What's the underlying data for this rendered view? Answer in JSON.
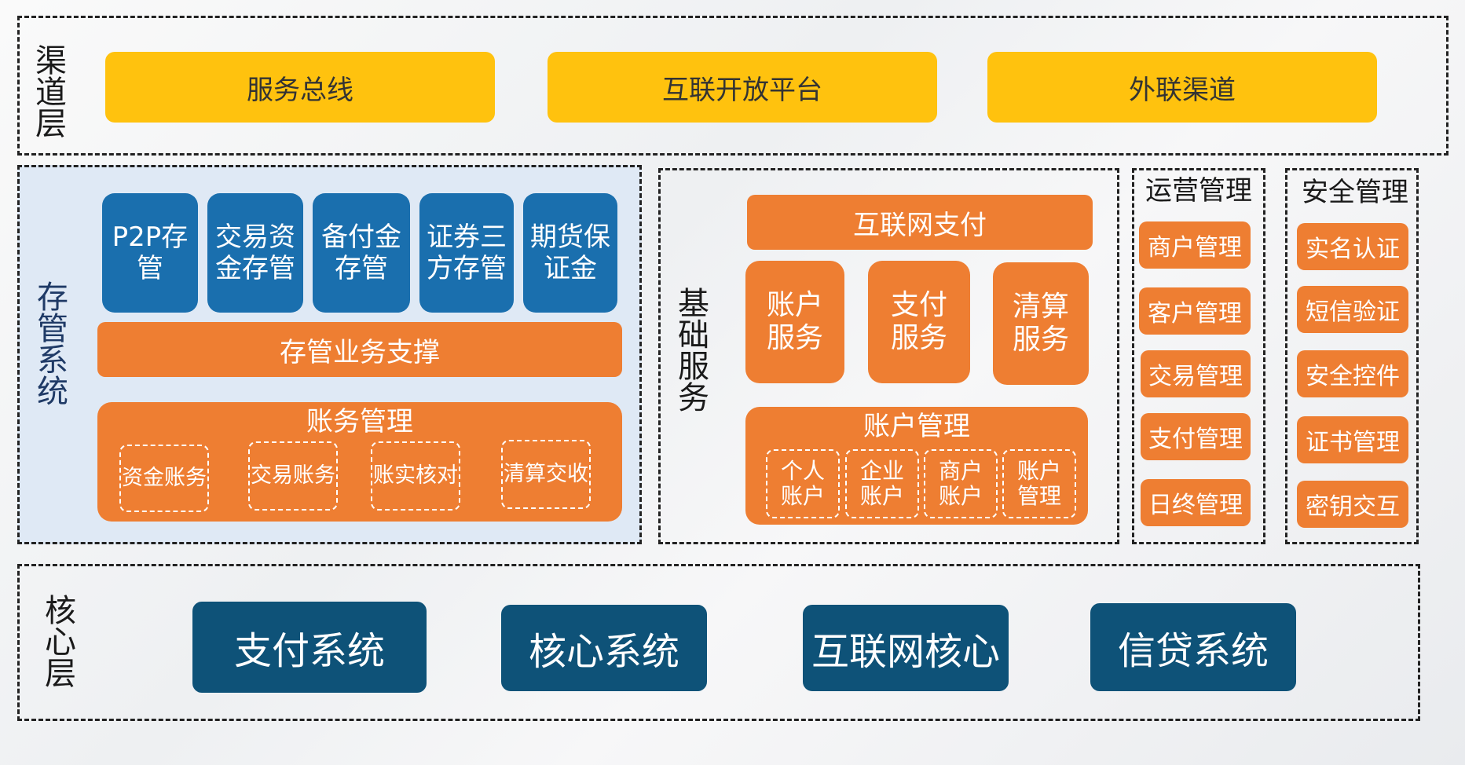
{
  "channel_layer": {
    "label": "渠道层",
    "items": [
      "服务总线",
      "互联开放平台",
      "外联渠道"
    ]
  },
  "custody_system": {
    "label": "存管系统",
    "tiles": [
      "P2P存管",
      "交易资金存管",
      "备付金存管",
      "证券三方存管",
      "期货保证金"
    ],
    "support": "存管业务支撑",
    "accounting": {
      "title": "账务管理",
      "items": [
        "资金账务",
        "交易账务",
        "账实核对",
        "清算交收"
      ]
    }
  },
  "basic_services": {
    "label": "基础服务",
    "internet_payment": "互联网支付",
    "services": [
      "账户服务",
      "支付服务",
      "清算服务"
    ],
    "account_mgmt": {
      "title": "账户管理",
      "items": [
        "个人账户",
        "企业账户",
        "商户账户",
        "账户管理"
      ]
    }
  },
  "operations": {
    "title": "运营管理",
    "items": [
      "商户管理",
      "客户管理",
      "交易管理",
      "支付管理",
      "日终管理"
    ]
  },
  "security": {
    "title": "安全管理",
    "items": [
      "实名认证",
      "短信验证",
      "安全控件",
      "证书管理",
      "密钥交互"
    ]
  },
  "core_layer": {
    "label": "核心层",
    "items": [
      "支付系统",
      "核心系统",
      "互联网核心",
      "信贷系统"
    ]
  },
  "colors": {
    "yellow": "#ffc20e",
    "orange": "#ee7e32",
    "blue_tile": "#1a6fae",
    "navy": "#0e5278",
    "custody_bg": "#dfe9f5"
  }
}
